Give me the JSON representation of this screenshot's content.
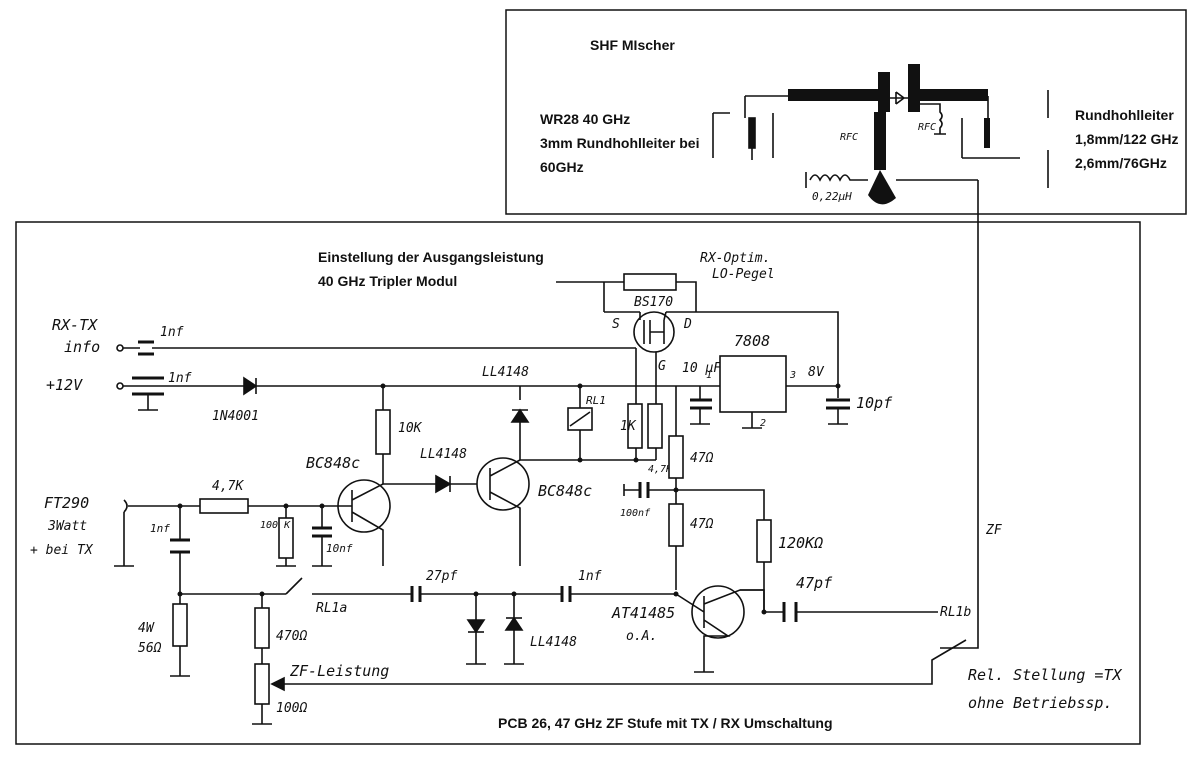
{
  "mixer_box": {
    "title": "SHF MIscher",
    "left_label_lines": [
      "WR28 40 GHz",
      "3mm Rundhohlleiter bei",
      "60GHz"
    ],
    "right_label_lines": [
      "Rundhohlleiter",
      "1,8mm/122 GHz",
      "2,6mm/76GHz"
    ],
    "rfc1": "RFC",
    "rfc2": "RFC",
    "inductor": "0,22µH"
  },
  "main": {
    "header_lines": [
      "Einstellung der Ausgangsleistung",
      "40 GHz Tripler Modul"
    ],
    "rx_optim_lines": [
      "RX-Optim.",
      "LO-Pegel"
    ],
    "footer": "PCB 26, 47 GHz ZF Stufe mit TX / RX Umschaltung",
    "rel_lines": [
      "Rel. Stellung =TX",
      "ohne Betriebssp."
    ]
  },
  "labels": {
    "rx_tx": "RX-TX",
    "info": "info",
    "c_1nf_a": "1nf",
    "c_1nf_b": "1nf",
    "v12": "+12V",
    "d1n4001": "1N4001",
    "ll4148_top": "LL4148",
    "ll4148_mid": "LL4148",
    "ll4148_bot": "LL4148",
    "bs170": "BS170",
    "s": "S",
    "d": "D",
    "g": "G",
    "c10uf": "10 µF",
    "pin1": "1",
    "pin2": "2",
    "pin3": "3",
    "reg": "7808",
    "v8": "8V",
    "c10pf": "10pf",
    "rl1": "RL1",
    "r1k": "1K",
    "r47k_small": "4,7K",
    "r10k": "10K",
    "bc848_a": "BC848c",
    "bc848_b": "BC848c",
    "r47_a": "47Ω",
    "r47_b": "47Ω",
    "r120k": "120KΩ",
    "c100nf": "100nf",
    "ft290_lines": [
      "FT290",
      "3Watt",
      "+ bei TX"
    ],
    "r47k": "4,7K",
    "r100k": "100 K",
    "c10nf": "10nf",
    "c1nf_in": "1nf",
    "c27pf": "27pf",
    "c1nf_mid": "1nf",
    "c47pf": "47pf",
    "at41485": "AT41485",
    "oa": "o.A.",
    "rl1a": "RL1a",
    "rl1b": "RL1b",
    "r4w": "4W",
    "r56": "56Ω",
    "r470": "470Ω",
    "zf_leistung": "ZF-Leistung",
    "r100": "100Ω",
    "zf": "ZF"
  }
}
